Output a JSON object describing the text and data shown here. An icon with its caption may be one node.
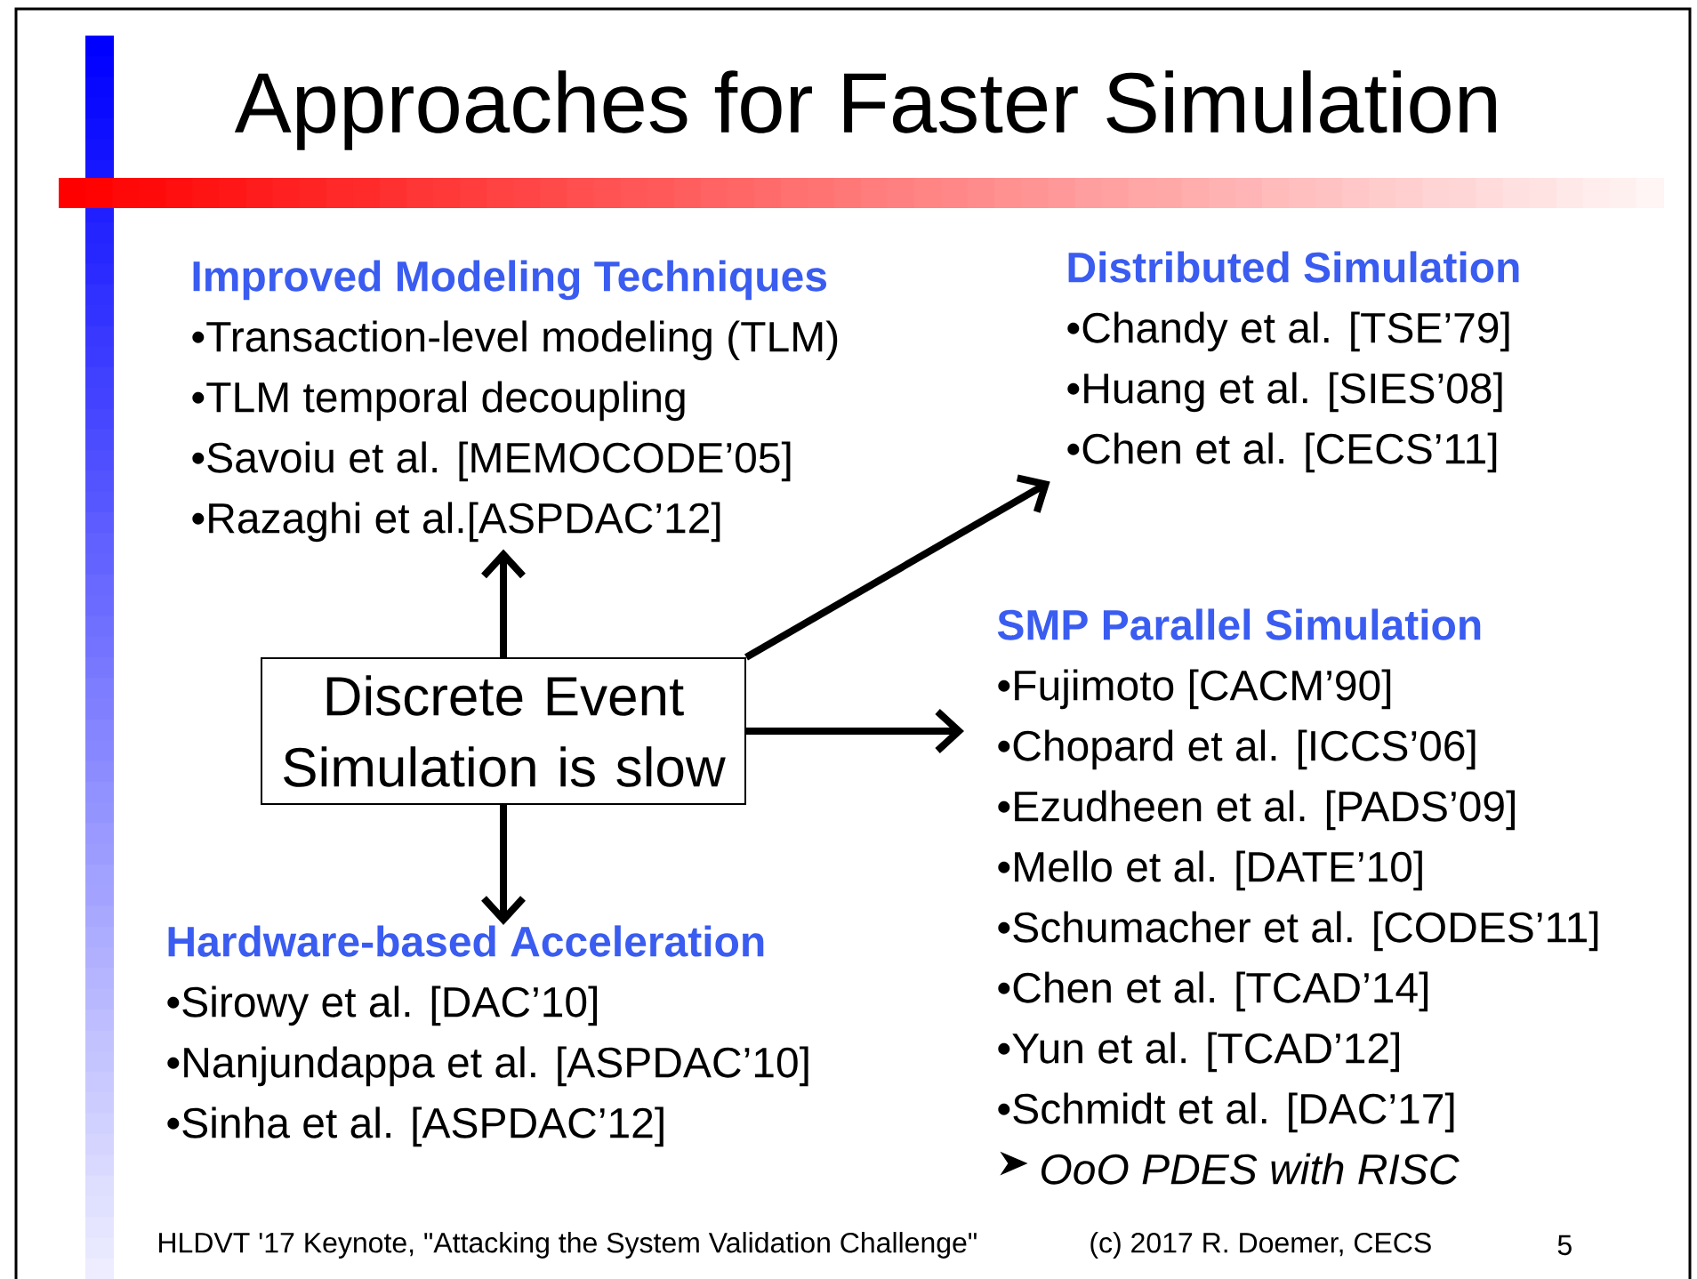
{
  "diagram": {
    "title": "Approaches for Faster Simulation",
    "nodes": [
      {
        "text": [
          "Improved Modeling Techniques",
          "•Transaction-level modeling (TLM)",
          "•TLM temporal decoupling",
          "•Savoiu et al. [MEMOCODE’05]",
          "•Razaghi et al.[ASPDAC’12]"
        ]
      },
      {
        "text": [
          "Distributed Simulation",
          "•Chandy et al. [TSE’79]",
          "•Huang et al. [SIES’08]",
          "•Chen et al. [CECS’11]"
        ]
      },
      {
        "text": [
          "Discrete Event Simulation is slow"
        ]
      },
      {
        "text": [
          "SMP Parallel Simulation",
          "•Fujimoto [CACM’90]",
          "•Chopard et al. [ICCS’06]",
          "•Ezudheen et al. [PADS’09]",
          "•Mello et al. [DATE’10]",
          "•Schumacher et al. [CODES’11]",
          "•Chen et al. [TCAD’14]",
          "•Yun et al. [TCAD’12]",
          "•Schmidt et al. [DAC’17]",
          "OoO PDES with RISC"
        ]
      },
      {
        "text": [
          "Hardware-based Acceleration",
          "•Sirowy et al. [DAC’10]",
          "•Nanjundappa et al. [ASPDAC’10]",
          "•Sinha et al. [ASPDAC’12]"
        ]
      }
    ],
    "edges": [
      {
        "from": 2,
        "to": 0,
        "arrow": "to"
      },
      {
        "from": 2,
        "to": 1,
        "arrow": "to"
      },
      {
        "from": 2,
        "to": 3,
        "arrow": "to"
      },
      {
        "from": 2,
        "to": 4,
        "arrow": "to"
      }
    ],
    "labels": [
      "HLDVT '17 Keynote, \"Attacking the System Validation Challenge\"",
      "(c) 2017 R. Doemer, CECS",
      "5"
    ]
  }
}
